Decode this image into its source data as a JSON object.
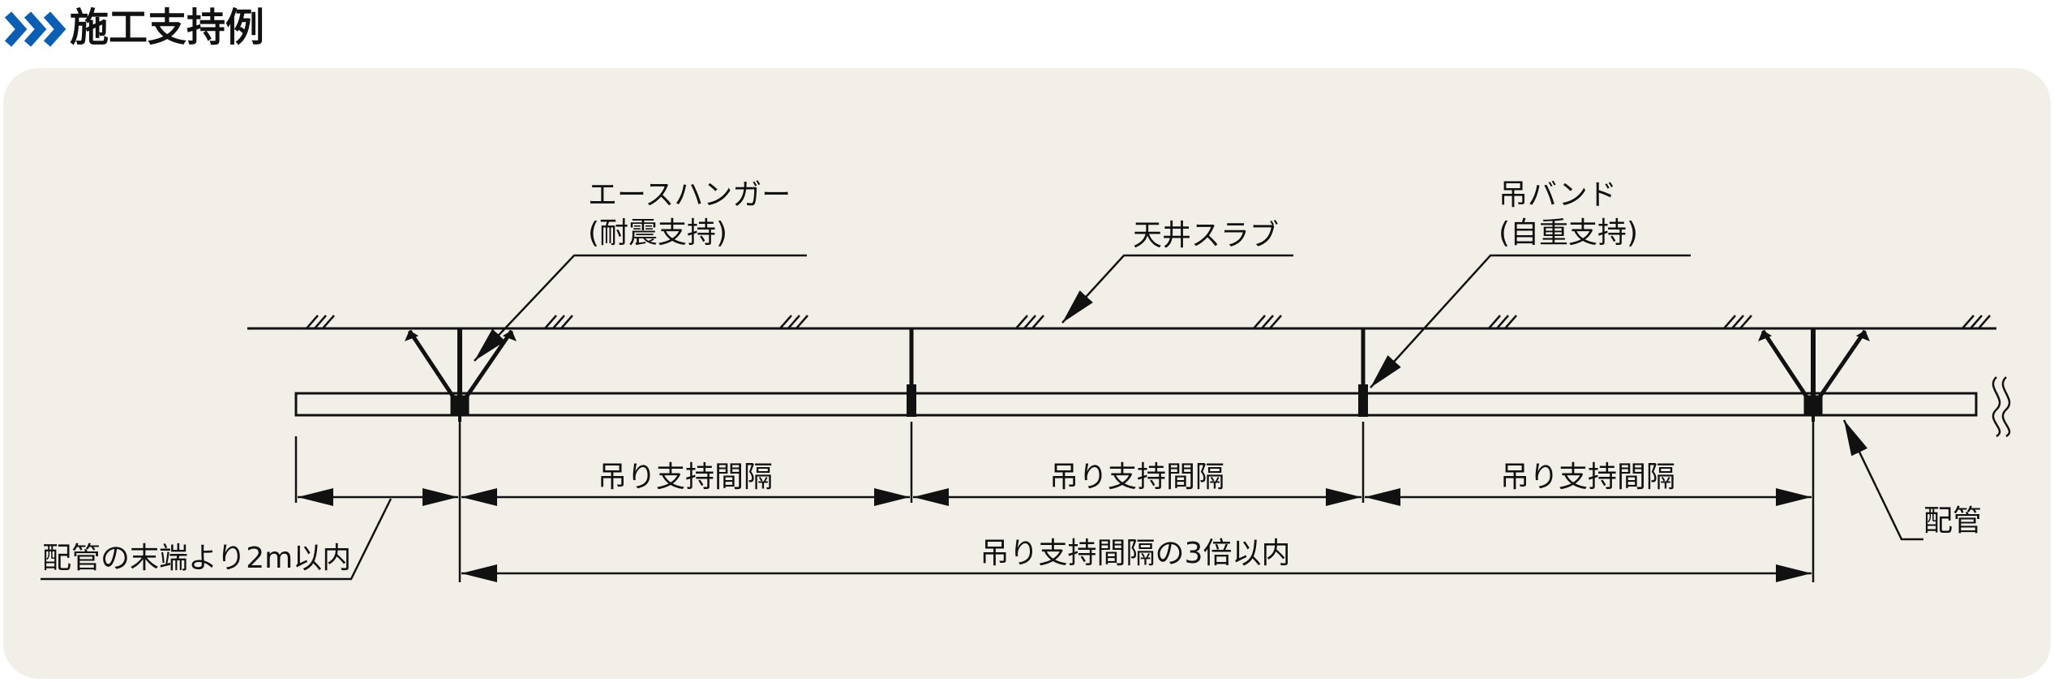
{
  "header": {
    "title": "施工支持例",
    "chevron_icon": "triple-chevron-right-icon",
    "accent_color": "#0a5fb4"
  },
  "panel": {
    "background": "#f2efe8"
  },
  "labels": {
    "ace_hanger_1": "エースハンガー",
    "ace_hanger_2": "(耐震支持)",
    "ceiling_slab": "天井スラブ",
    "hanger_band_1": "吊バンド",
    "hanger_band_2": "(自重支持)",
    "pipe": "配管",
    "end_distance": "配管の末端より2m以内",
    "span_1": "吊り支持間隔",
    "span_2": "吊り支持間隔",
    "span_3": "吊り支持間隔",
    "span_total": "吊り支持間隔の3倍以内"
  }
}
